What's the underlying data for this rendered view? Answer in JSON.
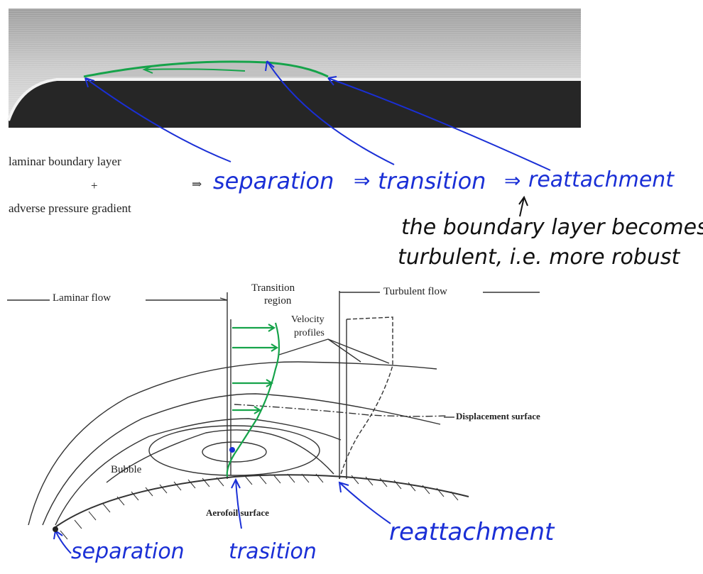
{
  "eq": {
    "line1": "laminar boundary layer",
    "plus": "+",
    "line2": "adverse pressure gradient",
    "implies": "⇒"
  },
  "handwritten": {
    "separation": "separation",
    "transition": "transition",
    "reattachment": "reattachment",
    "note_line1": "the boundary layer becomes",
    "note_line2": "turbulent, i.e. more robust",
    "bottom_separation": "separation",
    "bottom_transition": "trasition",
    "bottom_reattachment": "reattachment"
  },
  "diagram": {
    "laminar_flow": "Laminar flow",
    "transition_region_1": "Transition",
    "transition_region_2": "region",
    "turbulent_flow": "Turbulent flow",
    "velocity_1": "Velocity",
    "velocity_2": "profiles",
    "displacement_surface": "Displacement  surface",
    "bubble": "Bubble",
    "aerofoil_surface": "Aerofoil surface"
  },
  "colors": {
    "ink_blue": "#1a2fd6",
    "ink_green": "#16a34a",
    "photo_dark": "#2b2b2b"
  }
}
